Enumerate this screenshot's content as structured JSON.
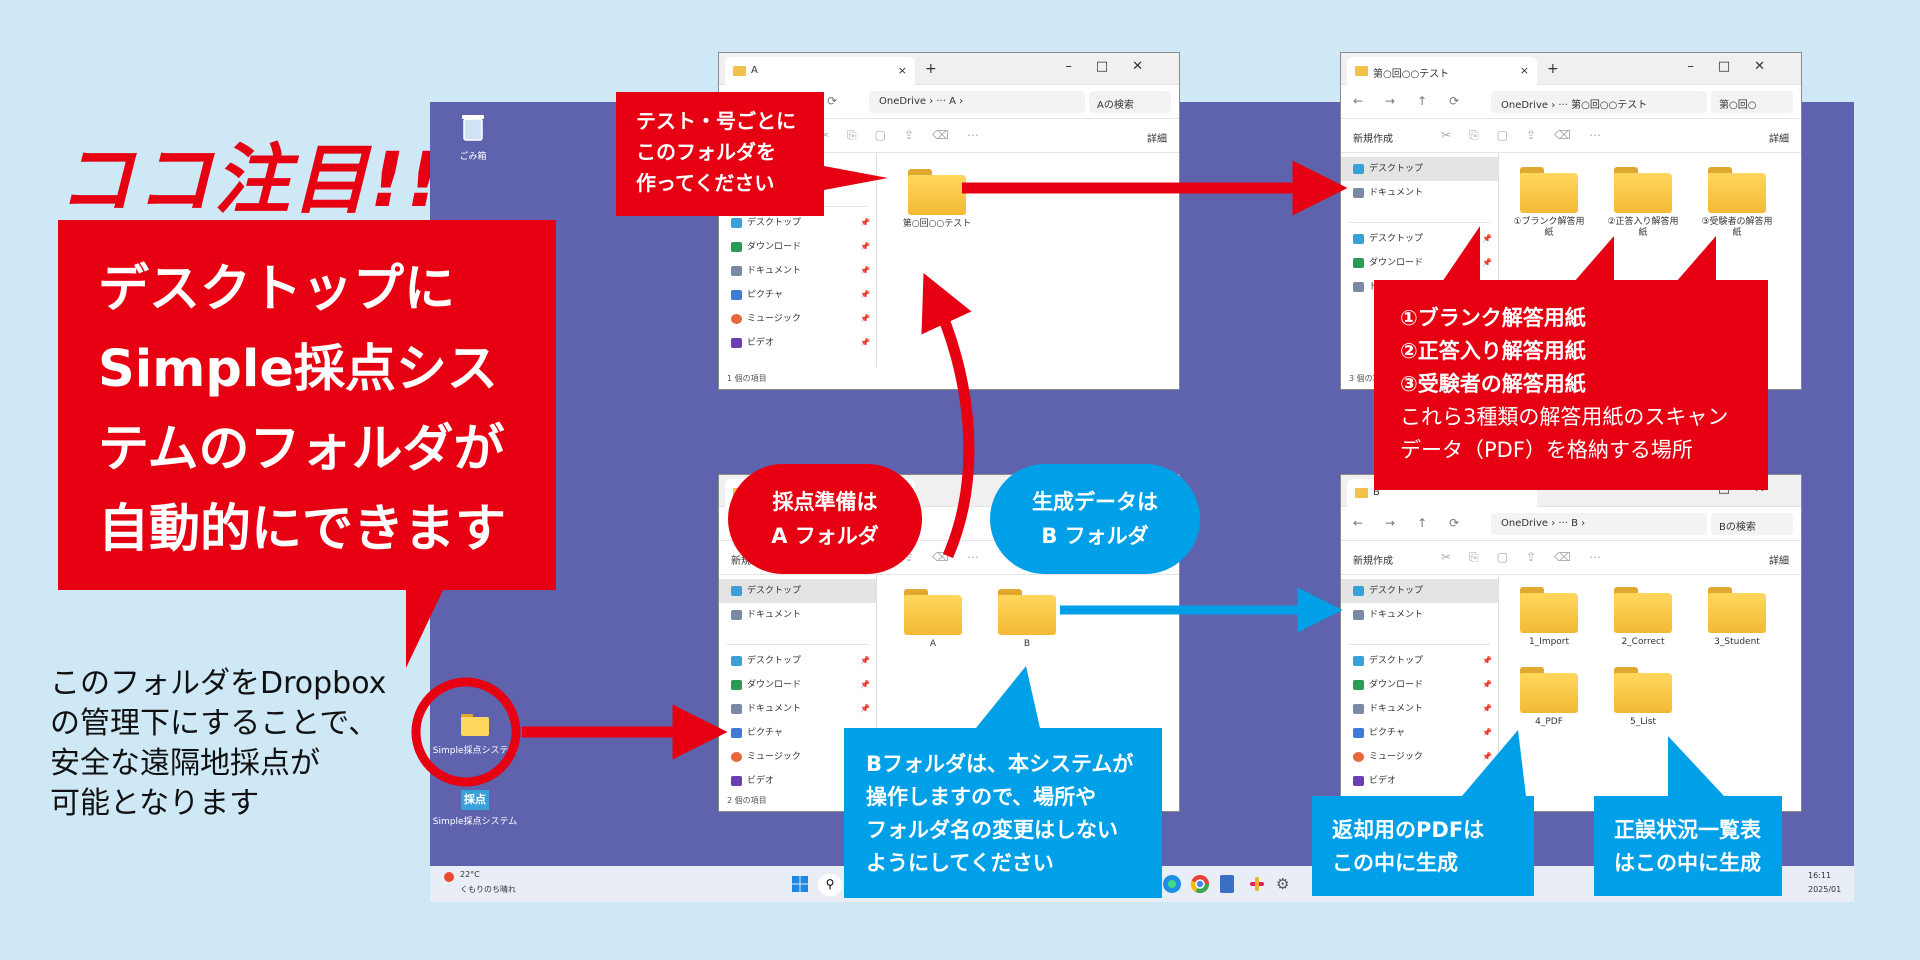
{
  "headline": "ココ注目!!",
  "big_callout": [
    "デスクトップに",
    "Simple採点シス",
    "テムのフォルダが",
    "自動的にできます"
  ],
  "dropbox_note": [
    "このフォルダをDropbox",
    "の管理下にすることで、",
    "安全な遠隔地採点が",
    "可能となります"
  ],
  "desktop": {
    "recycle_bin": "ごみ箱",
    "simple_folder": "Simple採点システム",
    "app_badge": "採点",
    "app_label": "Simple採点システム"
  },
  "nav_common": {
    "desktop": "デスクトップ",
    "downloads": "ダウンロード",
    "documents": "ドキュメント",
    "pictures": "ピクチャ",
    "music": "ミュージック",
    "videos": "ビデオ"
  },
  "win_a": {
    "tab": "A",
    "addr": "OneDrive  ›  ···  A  ›",
    "search": "Aの検索",
    "details": "詳細",
    "folder": "第○回○○テスト",
    "status": "1 個の項目"
  },
  "win_test": {
    "tab": "第○回○○テスト",
    "addr": "OneDrive  ›  ···  第○回○○テスト",
    "search": "第○回○",
    "new": "新規作成",
    "details": "詳細",
    "folders": [
      "①ブランク解答用紙",
      "②正答入り解答用紙",
      "③受験者の解答用紙"
    ],
    "status": "3 個の項目"
  },
  "win_root": {
    "tab": "",
    "addr": "",
    "new": "新規作成",
    "folders": [
      "A",
      "B"
    ],
    "status": "2 個の項目"
  },
  "win_b": {
    "tab": "B",
    "addr": "OneDrive  ›  ···  B  ›",
    "search": "Bの検索",
    "new": "新規作成",
    "details": "詳細",
    "folders": [
      "1_Import",
      "2_Correct",
      "3_Student",
      "4_PDF",
      "5_List"
    ],
    "status": ""
  },
  "callouts": {
    "make_folder": [
      "テスト・号ごとに",
      "このフォルダを",
      "作ってください"
    ],
    "three_types": [
      "①ブランク解答用紙",
      "②正答入り解答用紙",
      "③受験者の解答用紙",
      "これら3種類の解答用紙のスキャン",
      "データ（PDF）を格納する場所"
    ],
    "a_folder": [
      "採点準備は",
      "A フォルダ"
    ],
    "b_folder": [
      "生成データは",
      "B フォルダ"
    ],
    "b_warning": [
      "Bフォルダは、本システムが",
      "操作しますので、場所や",
      "フォルダ名の変更はしない",
      "ようにしてください"
    ],
    "pdf_gen": [
      "返却用のPDFは",
      "この中に生成"
    ],
    "list_gen": [
      "正誤状況一覧表",
      "はこの中に生成"
    ]
  },
  "taskbar": {
    "weather_temp": "22°C",
    "weather_desc": "くもりのち晴れ",
    "time": "16:11",
    "date": "2025/01"
  },
  "colors": {
    "red": "#e60012",
    "blue": "#00a0e9",
    "desktop": "#5f63ad",
    "background": "#cfe8f6"
  }
}
